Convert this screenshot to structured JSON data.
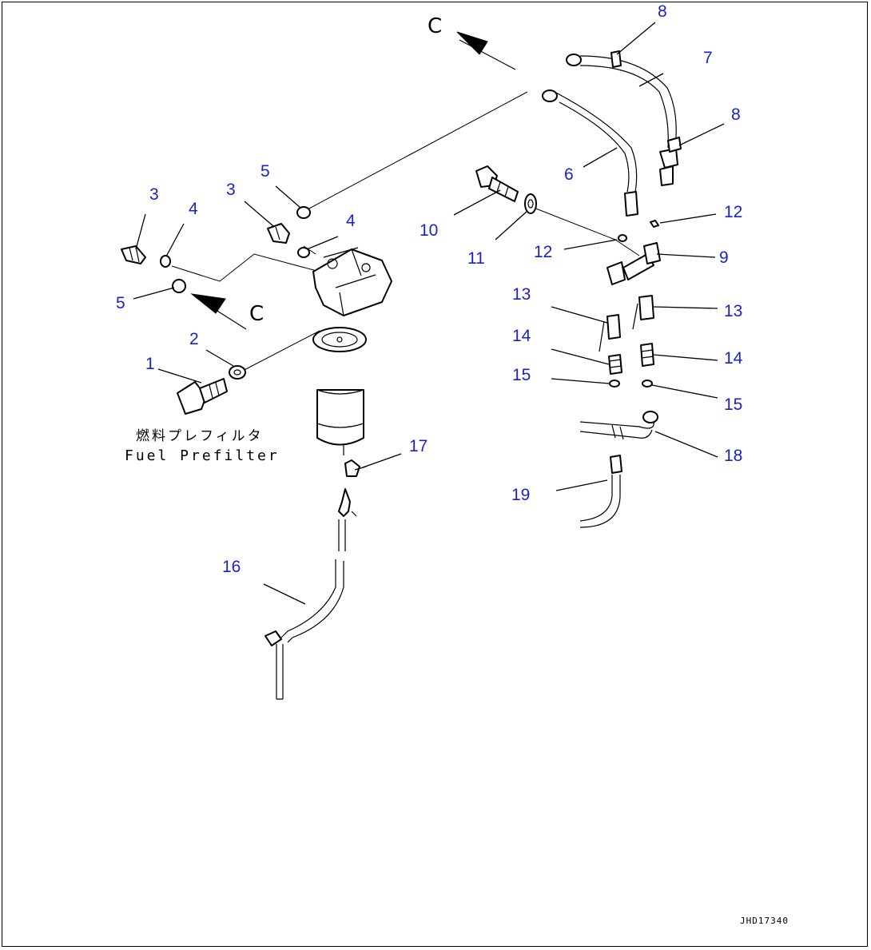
{
  "diagram": {
    "caption_jp": "燃料プレフィルタ",
    "caption_en": "Fuel Prefilter",
    "drawing_code": "JHD17340",
    "flow_arrow_letter": "C",
    "label_color": "#1a22c8",
    "callouts": [
      {
        "id": "c1",
        "text": "1"
      },
      {
        "id": "c2",
        "text": "2"
      },
      {
        "id": "c3a",
        "text": "3"
      },
      {
        "id": "c3b",
        "text": "3"
      },
      {
        "id": "c4a",
        "text": "4"
      },
      {
        "id": "c4b",
        "text": "4"
      },
      {
        "id": "c5a",
        "text": "5"
      },
      {
        "id": "c5b",
        "text": "5"
      },
      {
        "id": "c6",
        "text": "6"
      },
      {
        "id": "c7",
        "text": "7"
      },
      {
        "id": "c8a",
        "text": "8"
      },
      {
        "id": "c8b",
        "text": "8"
      },
      {
        "id": "c9",
        "text": "9"
      },
      {
        "id": "c10",
        "text": "10"
      },
      {
        "id": "c11",
        "text": "11"
      },
      {
        "id": "c12a",
        "text": "12"
      },
      {
        "id": "c12b",
        "text": "12"
      },
      {
        "id": "c13a",
        "text": "13"
      },
      {
        "id": "c13b",
        "text": "13"
      },
      {
        "id": "c14a",
        "text": "14"
      },
      {
        "id": "c14b",
        "text": "14"
      },
      {
        "id": "c15a",
        "text": "15"
      },
      {
        "id": "c15b",
        "text": "15"
      },
      {
        "id": "c16",
        "text": "16"
      },
      {
        "id": "c17",
        "text": "17"
      },
      {
        "id": "c18",
        "text": "18"
      },
      {
        "id": "c19",
        "text": "19"
      }
    ]
  }
}
